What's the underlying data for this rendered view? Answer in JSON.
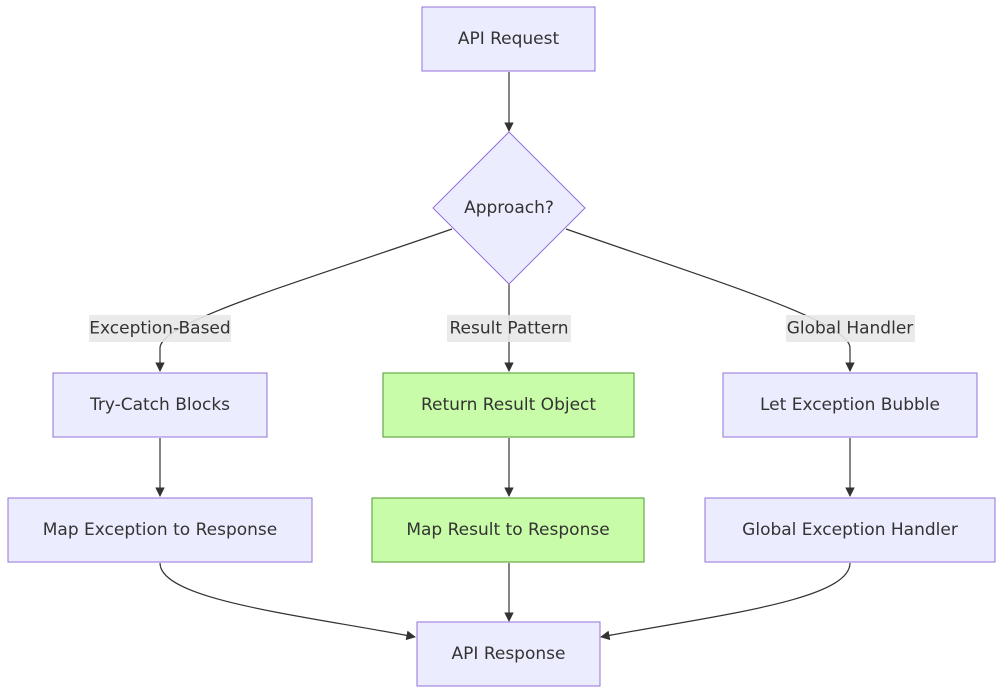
{
  "colors": {
    "default_fill": "#ECECFF",
    "default_stroke": "#9370DB",
    "highlight_fill": "#C8FCA8",
    "highlight_stroke": "#4E9A2C",
    "edge": "#333333",
    "edge_label_bg": "#E8E8E8"
  },
  "nodes": {
    "api_request": "API Request",
    "approach": "Approach?",
    "try_catch": "Try-Catch Blocks",
    "return_result": "Return Result Object",
    "let_bubble": "Let Exception Bubble",
    "map_exception": "Map Exception to Response",
    "map_result": "Map Result to Response",
    "global_handler": "Global Exception Handler",
    "api_response": "API Response"
  },
  "edge_labels": {
    "exception_based": "Exception-Based",
    "result_pattern": "Result Pattern",
    "global_handler": "Global Handler"
  }
}
